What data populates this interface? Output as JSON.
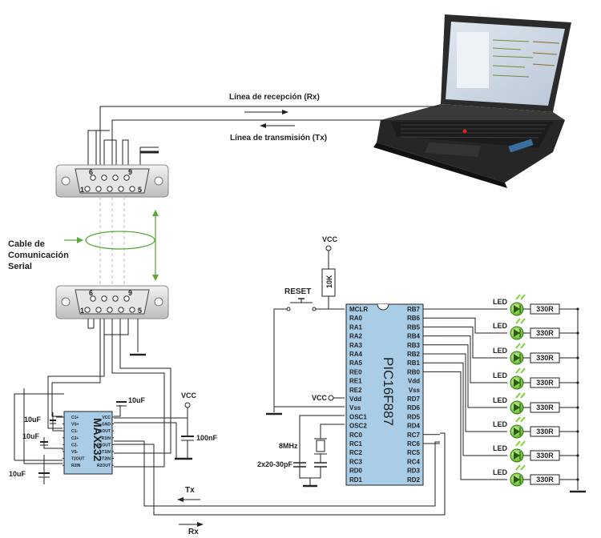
{
  "labels": {
    "rx_line": "Línea de recepción (Rx)",
    "tx_line": "Línea de transmisión (Tx)",
    "cable_1": "Cable de",
    "cable_2": "Comunicación",
    "cable_3": "Serial",
    "vcc": "VCC",
    "reset": "RESET",
    "r_pullup": "10K",
    "pic": "PIC16F887",
    "max": "MAX232",
    "c1": "10uF",
    "c_nf": "100nF",
    "xtal": "8MHz",
    "caps": "2x20-30pF",
    "tx": "Tx",
    "rx": "Rx",
    "led": "LED",
    "r_led": "330R",
    "db9_pin1": "1",
    "db9_pin5": "5",
    "db9_pin6": "6",
    "db9_pin9": "9"
  },
  "pic_left_pins": [
    "MCLR",
    "RA0",
    "RA1",
    "RA2",
    "RA3",
    "RA4",
    "RA5",
    "RE0",
    "RE1",
    "RE2",
    "Vdd",
    "Vss",
    "OSC1",
    "OSC2",
    "RC0",
    "RC1",
    "RC2",
    "RC3",
    "RD0",
    "RD1"
  ],
  "pic_right_pins": [
    "RB7",
    "RB6",
    "RB5",
    "RB4",
    "RB3",
    "RB2",
    "RB1",
    "RB0",
    "Vdd",
    "Vss",
    "RD7",
    "RD6",
    "RD5",
    "RD4",
    "RC7",
    "RC6",
    "RC5",
    "RC4",
    "RD3",
    "RD2"
  ],
  "max_left_pins": [
    "C1+",
    "VS+",
    "C1-",
    "C2+",
    "C2-",
    "VS-",
    "T2OUT",
    "R2IN"
  ],
  "max_right_pins": [
    "VCC",
    "GND",
    "T1OUT",
    "R1IN",
    "R1OUT",
    "T1IN",
    "T2IN",
    "R2OUT"
  ],
  "colors": {
    "pic_body": "#a9cde6",
    "led_green": "#7fd13a",
    "cable_ring": "#5aa83a"
  }
}
